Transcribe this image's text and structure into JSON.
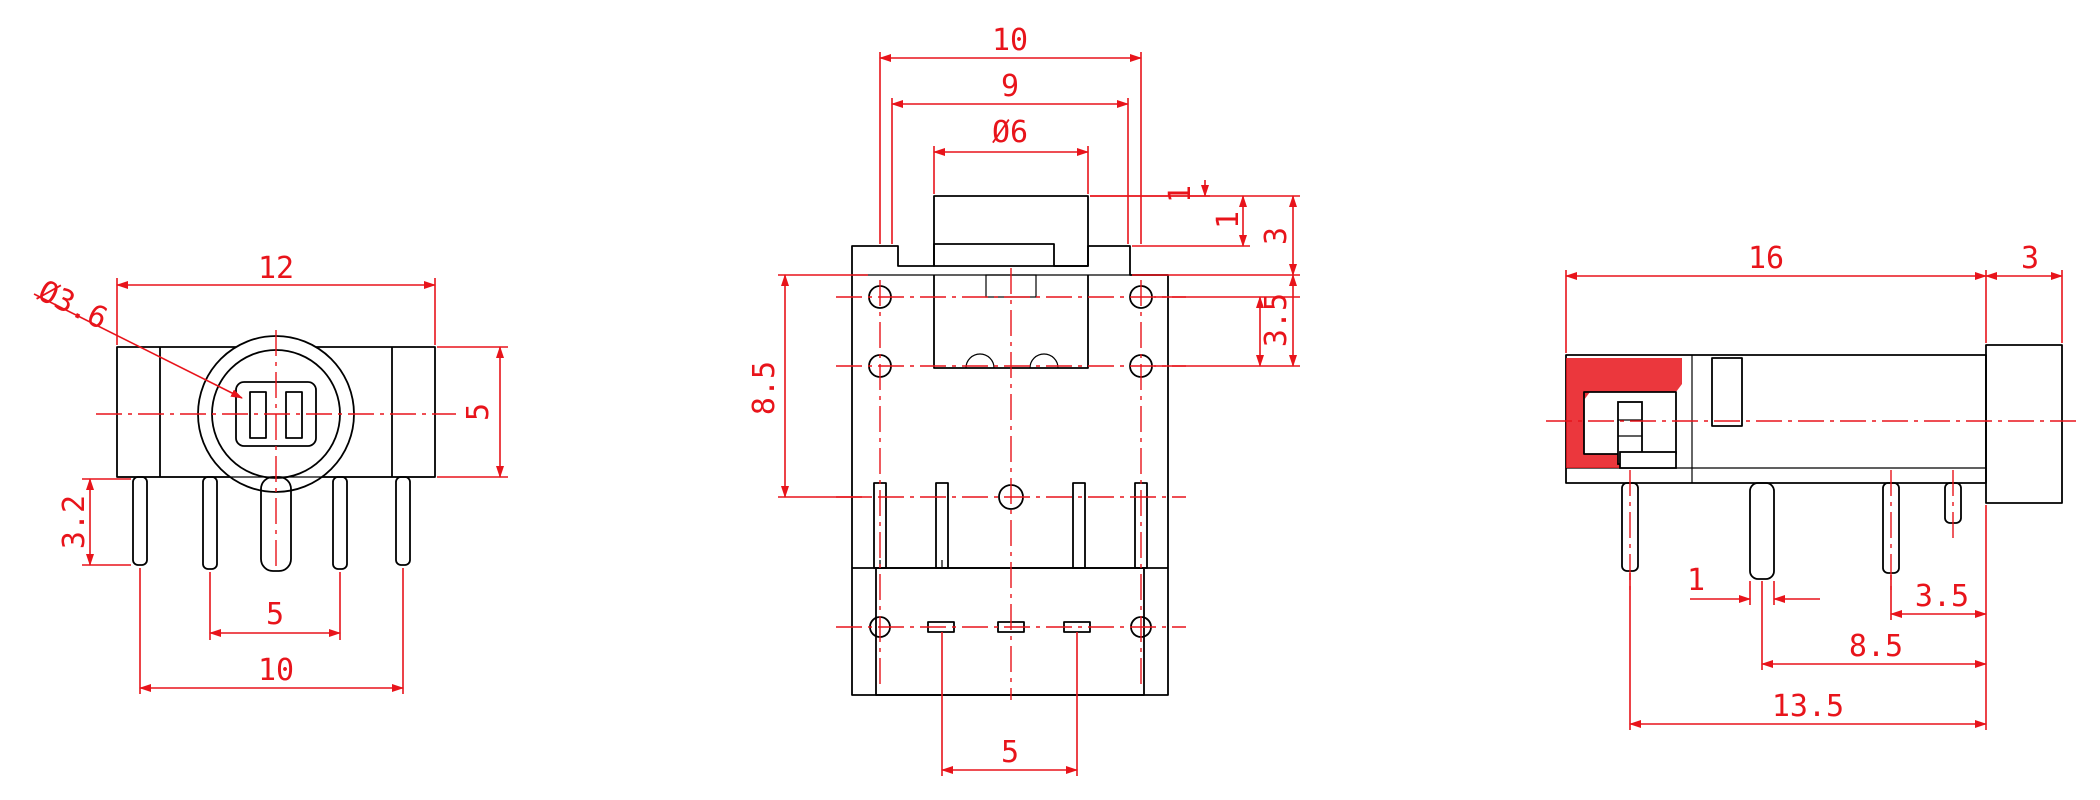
{
  "colors": {
    "dimension": "#e8141b",
    "outline": "#000000",
    "background": "#ffffff"
  },
  "front_view": {
    "width": "12",
    "hole_diameter": "Ø3.6",
    "height": "5",
    "pin_length": "3.2",
    "pin_pitch_inner": "5",
    "pin_pitch_outer": "10"
  },
  "top_view": {
    "overall_width": "10",
    "inner_width": "9",
    "socket_diameter": "Ø6",
    "collar_offset": "1",
    "step_height": "1",
    "collar_height": "3",
    "mount_spacing_upper": "3.5",
    "mount_spacing_left": "8.5",
    "pad_spacing": "5"
  },
  "side_view": {
    "body_length": "16",
    "collar_length": "3",
    "pin_width": "1",
    "pin_offset_small": "3.5",
    "pin_offset_mid": "8.5",
    "pin_offset_far": "13.5"
  }
}
